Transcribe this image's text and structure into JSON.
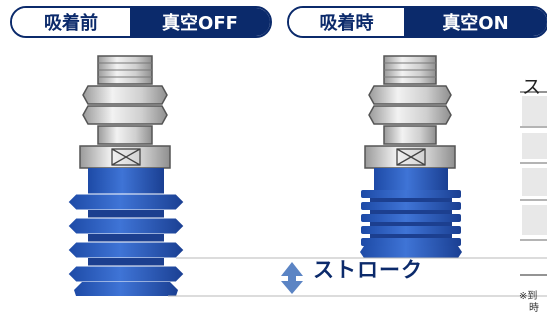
{
  "header": {
    "before": {
      "label_a": "吸着前",
      "label_b": "真空OFF"
    },
    "during": {
      "label_a": "吸着時",
      "label_b": "真空ON"
    }
  },
  "diagram": {
    "stroke_label": "ストローク",
    "side_table_title_partial": "ス",
    "side_note_partial": "※到",
    "side_note_partial_2": "時"
  },
  "colors": {
    "navy": "#0b2a6b",
    "bellows_blue": "#2a5ab8",
    "metal": "#d8d8d8",
    "arrow": "#5b84c4"
  }
}
